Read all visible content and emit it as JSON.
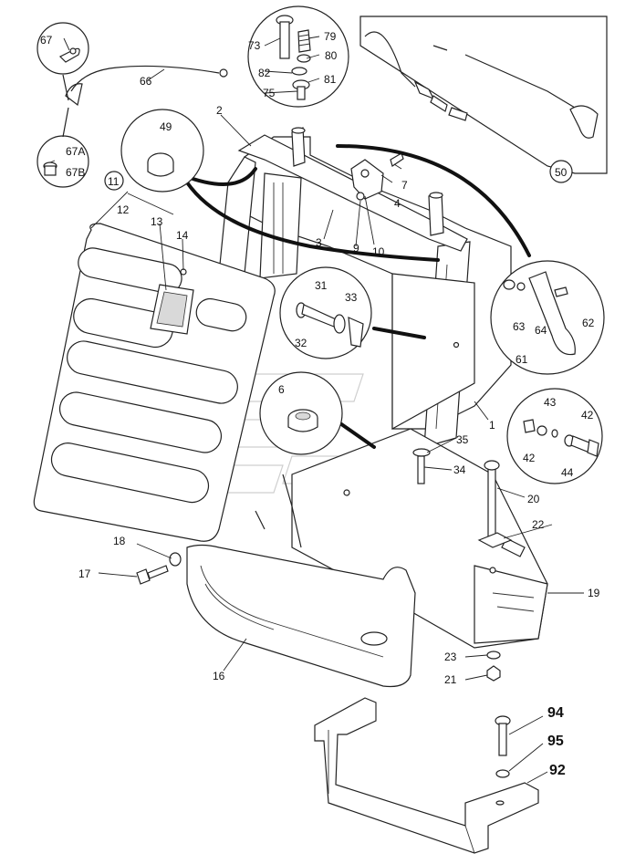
{
  "callouts": {
    "c1": "1",
    "c2": "2",
    "c3": "3",
    "c4": "4",
    "c6": "6",
    "c7": "7",
    "c9": "9",
    "c10": "10",
    "c11": "11",
    "c12": "12",
    "c13": "13",
    "c14": "14",
    "c16": "16",
    "c17": "17",
    "c18": "18",
    "c19": "19",
    "c20": "20",
    "c21": "21",
    "c22": "22",
    "c23": "23",
    "c31": "31",
    "c32": "32",
    "c33": "33",
    "c34": "34",
    "c35": "35",
    "c42a": "42",
    "c42b": "42",
    "c43": "43",
    "c44": "44",
    "c49": "49",
    "c50": "50",
    "c61": "61",
    "c62": "62",
    "c63": "63",
    "c64": "64",
    "c66": "66",
    "c67": "67",
    "c67a": "67A",
    "c67b": "67B",
    "c73": "73",
    "c75": "75",
    "c79": "79",
    "c80": "80",
    "c81": "81",
    "c82": "82",
    "c92": "92",
    "c94": "94",
    "c95": "95"
  }
}
